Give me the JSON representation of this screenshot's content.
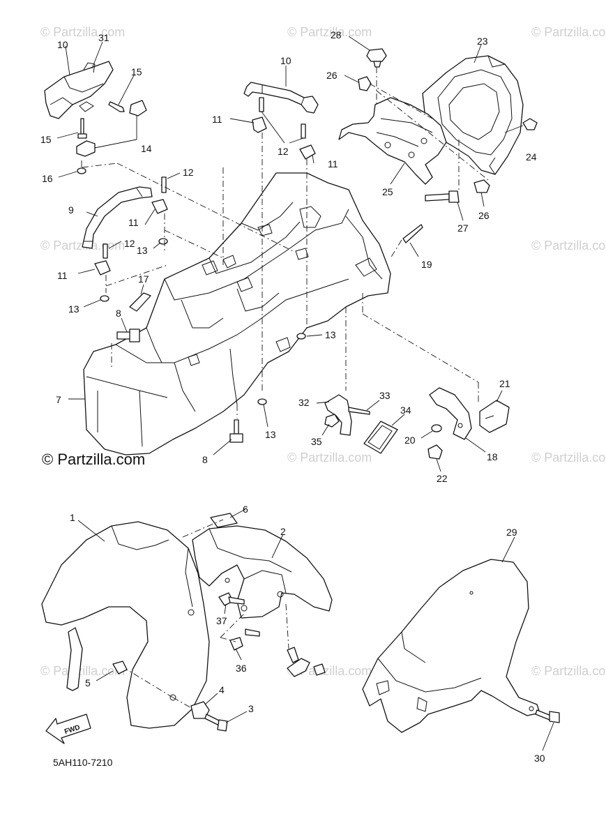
{
  "watermark": {
    "text": "© Partzilla.com",
    "main_text": "© Partzilla.com"
  },
  "diagram_code": "5AH110-7210",
  "fwd_label": "FWD",
  "callouts": [
    {
      "id": "c31",
      "label": "31"
    },
    {
      "id": "c10a",
      "label": "10"
    },
    {
      "id": "c15a",
      "label": "15"
    },
    {
      "id": "c15b",
      "label": "15"
    },
    {
      "id": "c14",
      "label": "14"
    },
    {
      "id": "c16",
      "label": "16"
    },
    {
      "id": "c28",
      "label": "28"
    },
    {
      "id": "c23",
      "label": "23"
    },
    {
      "id": "c10b",
      "label": "10"
    },
    {
      "id": "c26a",
      "label": "26"
    },
    {
      "id": "c11a",
      "label": "11"
    },
    {
      "id": "c12a",
      "label": "12"
    },
    {
      "id": "c11b",
      "label": "11"
    },
    {
      "id": "c24",
      "label": "24"
    },
    {
      "id": "c12b",
      "label": "12"
    },
    {
      "id": "c25",
      "label": "25"
    },
    {
      "id": "c26b",
      "label": "26"
    },
    {
      "id": "c9",
      "label": "9"
    },
    {
      "id": "c11c",
      "label": "11"
    },
    {
      "id": "c27",
      "label": "27"
    },
    {
      "id": "c12c",
      "label": "12"
    },
    {
      "id": "c13a",
      "label": "13"
    },
    {
      "id": "c19",
      "label": "19"
    },
    {
      "id": "c11d",
      "label": "11"
    },
    {
      "id": "c17",
      "label": "17"
    },
    {
      "id": "c13b",
      "label": "13"
    },
    {
      "id": "c8a",
      "label": "8"
    },
    {
      "id": "c13c",
      "label": "13"
    },
    {
      "id": "c21",
      "label": "21"
    },
    {
      "id": "c7",
      "label": "7"
    },
    {
      "id": "c33",
      "label": "33"
    },
    {
      "id": "c32",
      "label": "32"
    },
    {
      "id": "c34",
      "label": "34"
    },
    {
      "id": "c35",
      "label": "35"
    },
    {
      "id": "c20",
      "label": "20"
    },
    {
      "id": "c18",
      "label": "18"
    },
    {
      "id": "c13d",
      "label": "13"
    },
    {
      "id": "c8b",
      "label": "8"
    },
    {
      "id": "c22",
      "label": "22"
    },
    {
      "id": "c6",
      "label": "6"
    },
    {
      "id": "c1",
      "label": "1"
    },
    {
      "id": "c2",
      "label": "2"
    },
    {
      "id": "c29",
      "label": "29"
    },
    {
      "id": "c37",
      "label": "37"
    },
    {
      "id": "c36",
      "label": "36"
    },
    {
      "id": "c5",
      "label": "5"
    },
    {
      "id": "c4",
      "label": "4"
    },
    {
      "id": "c3",
      "label": "3"
    },
    {
      "id": "c30",
      "label": "30"
    }
  ]
}
